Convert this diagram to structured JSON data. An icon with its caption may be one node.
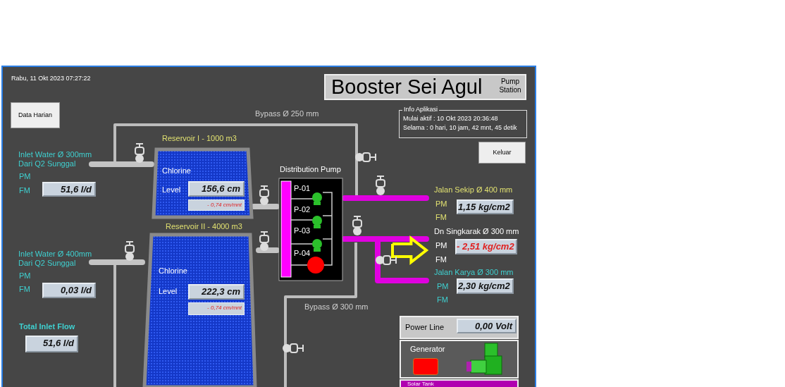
{
  "diagram": {
    "title": "Booster Sei Agul",
    "nodes": [
      {
        "text": [
          "Inlet Water Ø 300mm Dari Q2 Sunggal"
        ]
      },
      {
        "text": [
          "Reservoir I - 1000 m3",
          "Chlorine",
          "Level",
          "156,6 cm",
          "- 0,74 cm/mnt"
        ]
      },
      {
        "text": [
          "Inlet Water Ø 400mm Dari Q2 Sunggal"
        ]
      },
      {
        "text": [
          "Reservoir II - 4000 m3",
          "Chlorine",
          "Level",
          "222,3 cm",
          "- 0,74 cm/mnt"
        ]
      },
      {
        "text": [
          "Distribution Pump",
          "P-01",
          "P-02",
          "P-03",
          "P-04"
        ]
      },
      {
        "text": [
          "Jalan Sekip Ø 400 mm"
        ]
      },
      {
        "text": [
          "Dn Singkarak Ø 300 mm"
        ]
      },
      {
        "text": [
          "Jalan Karya Ø 300 mm"
        ]
      }
    ],
    "edges": [
      {
        "from": 0,
        "to": 1,
        "arrow": "none"
      },
      {
        "from": 2,
        "to": 3,
        "arrow": "none"
      },
      {
        "from": 1,
        "to": 4,
        "arrow": "none"
      },
      {
        "from": 3,
        "to": 4,
        "arrow": "none"
      },
      {
        "from": 4,
        "to": 5,
        "arrow": "none",
        "color": "#e000e0"
      },
      {
        "from": 4,
        "to": 6,
        "arrow": "none",
        "color": "#e000e0"
      },
      {
        "from": 4,
        "to": 7,
        "arrow": "none",
        "color": "#e000e0"
      },
      {
        "from": null,
        "to": 6,
        "arrow": "to",
        "style": "thick",
        "color": "#ffff00"
      }
    ],
    "labels": [
      "Pump Station",
      "Rabu, 11 Okt 2023 07:27:22",
      "Data Harian",
      "Bypass Ø 250 mm",
      "Info Aplikasi",
      "Mulai aktif :  10 Okt 2023 20:36:48",
      "Selama : 0 hari, 10 jam, 42 mnt, 45 detik",
      "Keluar",
      "PM",
      "FM",
      "51,6 l/d",
      "PM",
      "1,15 kg/cm2",
      "FM",
      "PM",
      "- 2,51 kg/cm2",
      "FM",
      "PM",
      "FM",
      "0,03 l/d",
      "PM",
      "2,30 kg/cm2",
      "FM",
      "Bypass Ø 300 mm",
      "Total Inlet Flow",
      "51,6 l/d",
      "Power Line",
      "0,00 Volt",
      "Generator",
      "Solar Tank"
    ]
  }
}
